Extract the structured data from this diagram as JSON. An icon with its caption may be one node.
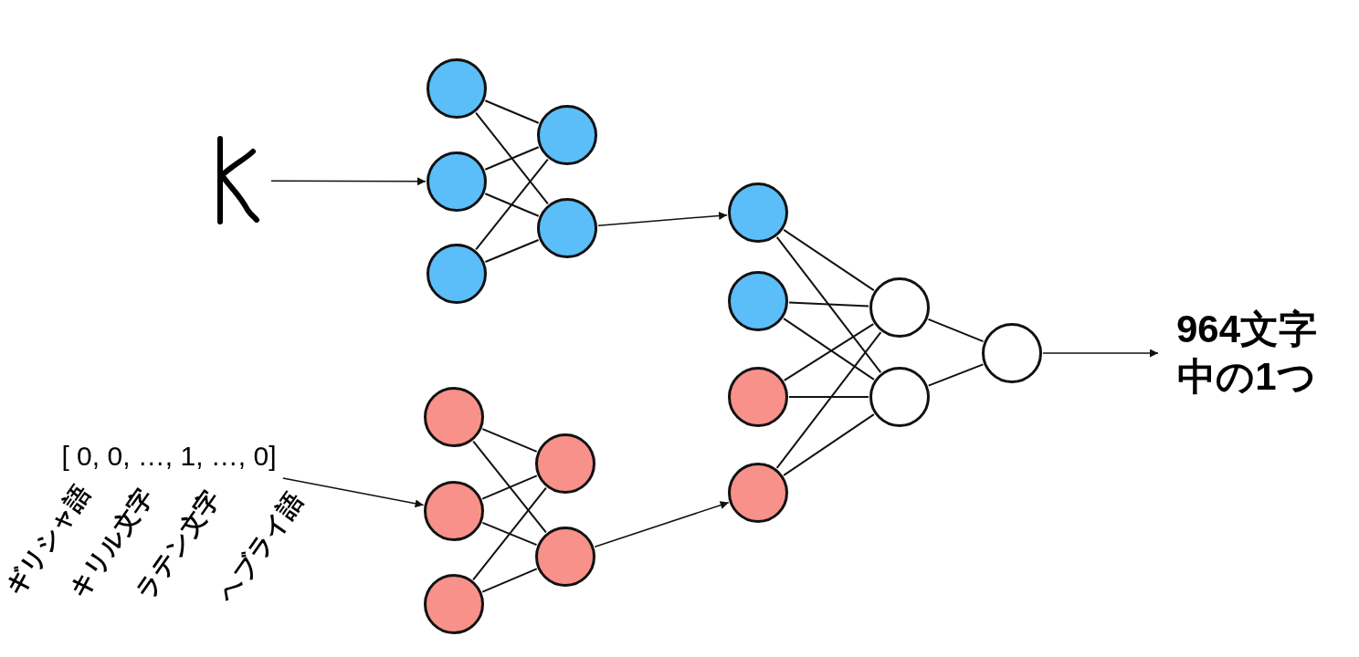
{
  "diagram": {
    "nodes": [
      {
        "text": [],
        "shape": "picture"
      },
      {
        "text": [],
        "shape": "circle"
      },
      {
        "text": [],
        "shape": "circle"
      },
      {
        "text": [],
        "shape": "circle"
      },
      {
        "text": [],
        "shape": "circle"
      },
      {
        "text": [],
        "shape": "circle"
      },
      {
        "text": [
          "[ 0, 0, …, 1, …, 0]"
        ]
      },
      {
        "text": [],
        "shape": "circle"
      },
      {
        "text": [],
        "shape": "circle"
      },
      {
        "text": [],
        "shape": "circle"
      },
      {
        "text": [],
        "shape": "circle"
      },
      {
        "text": [],
        "shape": "circle"
      },
      {
        "text": [],
        "shape": "circle"
      },
      {
        "text": [],
        "shape": "circle"
      },
      {
        "text": [],
        "shape": "circle"
      },
      {
        "text": [],
        "shape": "circle"
      },
      {
        "text": [],
        "shape": "circle"
      },
      {
        "text": [],
        "shape": "circle"
      },
      {
        "text": [],
        "shape": "circle"
      },
      {
        "text": [
          "964文字中の1つ"
        ]
      }
    ],
    "edges": [
      {
        "from": 0,
        "to": 2,
        "arrow": "to"
      },
      {
        "from": 1,
        "to": 4,
        "arrow": "none"
      },
      {
        "from": 1,
        "to": 5,
        "arrow": "none"
      },
      {
        "from": 2,
        "to": 4,
        "arrow": "none"
      },
      {
        "from": 2,
        "to": 5,
        "arrow": "none"
      },
      {
        "from": 3,
        "to": 4,
        "arrow": "none"
      },
      {
        "from": 3,
        "to": 5,
        "arrow": "none"
      },
      {
        "from": 6,
        "to": 8,
        "arrow": "to"
      },
      {
        "from": 7,
        "to": 10,
        "arrow": "none"
      },
      {
        "from": 7,
        "to": 11,
        "arrow": "none"
      },
      {
        "from": 8,
        "to": 10,
        "arrow": "none"
      },
      {
        "from": 8,
        "to": 11,
        "arrow": "none"
      },
      {
        "from": 9,
        "to": 10,
        "arrow": "none"
      },
      {
        "from": 9,
        "to": 11,
        "arrow": "none"
      },
      {
        "from": 5,
        "to": 12,
        "arrow": "to"
      },
      {
        "from": 11,
        "to": 15,
        "arrow": "to"
      },
      {
        "from": 12,
        "to": 16,
        "arrow": "none"
      },
      {
        "from": 12,
        "to": 17,
        "arrow": "none"
      },
      {
        "from": 13,
        "to": 16,
        "arrow": "none"
      },
      {
        "from": 13,
        "to": 17,
        "arrow": "none"
      },
      {
        "from": 14,
        "to": 16,
        "arrow": "none"
      },
      {
        "from": 14,
        "to": 17,
        "arrow": "none"
      },
      {
        "from": 15,
        "to": 16,
        "arrow": "none"
      },
      {
        "from": 15,
        "to": 17,
        "arrow": "none"
      },
      {
        "from": 16,
        "to": 18,
        "arrow": "none"
      },
      {
        "from": 17,
        "to": 18,
        "arrow": "none"
      },
      {
        "from": 18,
        "to": 19,
        "arrow": "to"
      }
    ],
    "labels": [
      "ギリシャ語",
      "キリル文字",
      "ラテン文字",
      "ヘブライ語"
    ]
  }
}
